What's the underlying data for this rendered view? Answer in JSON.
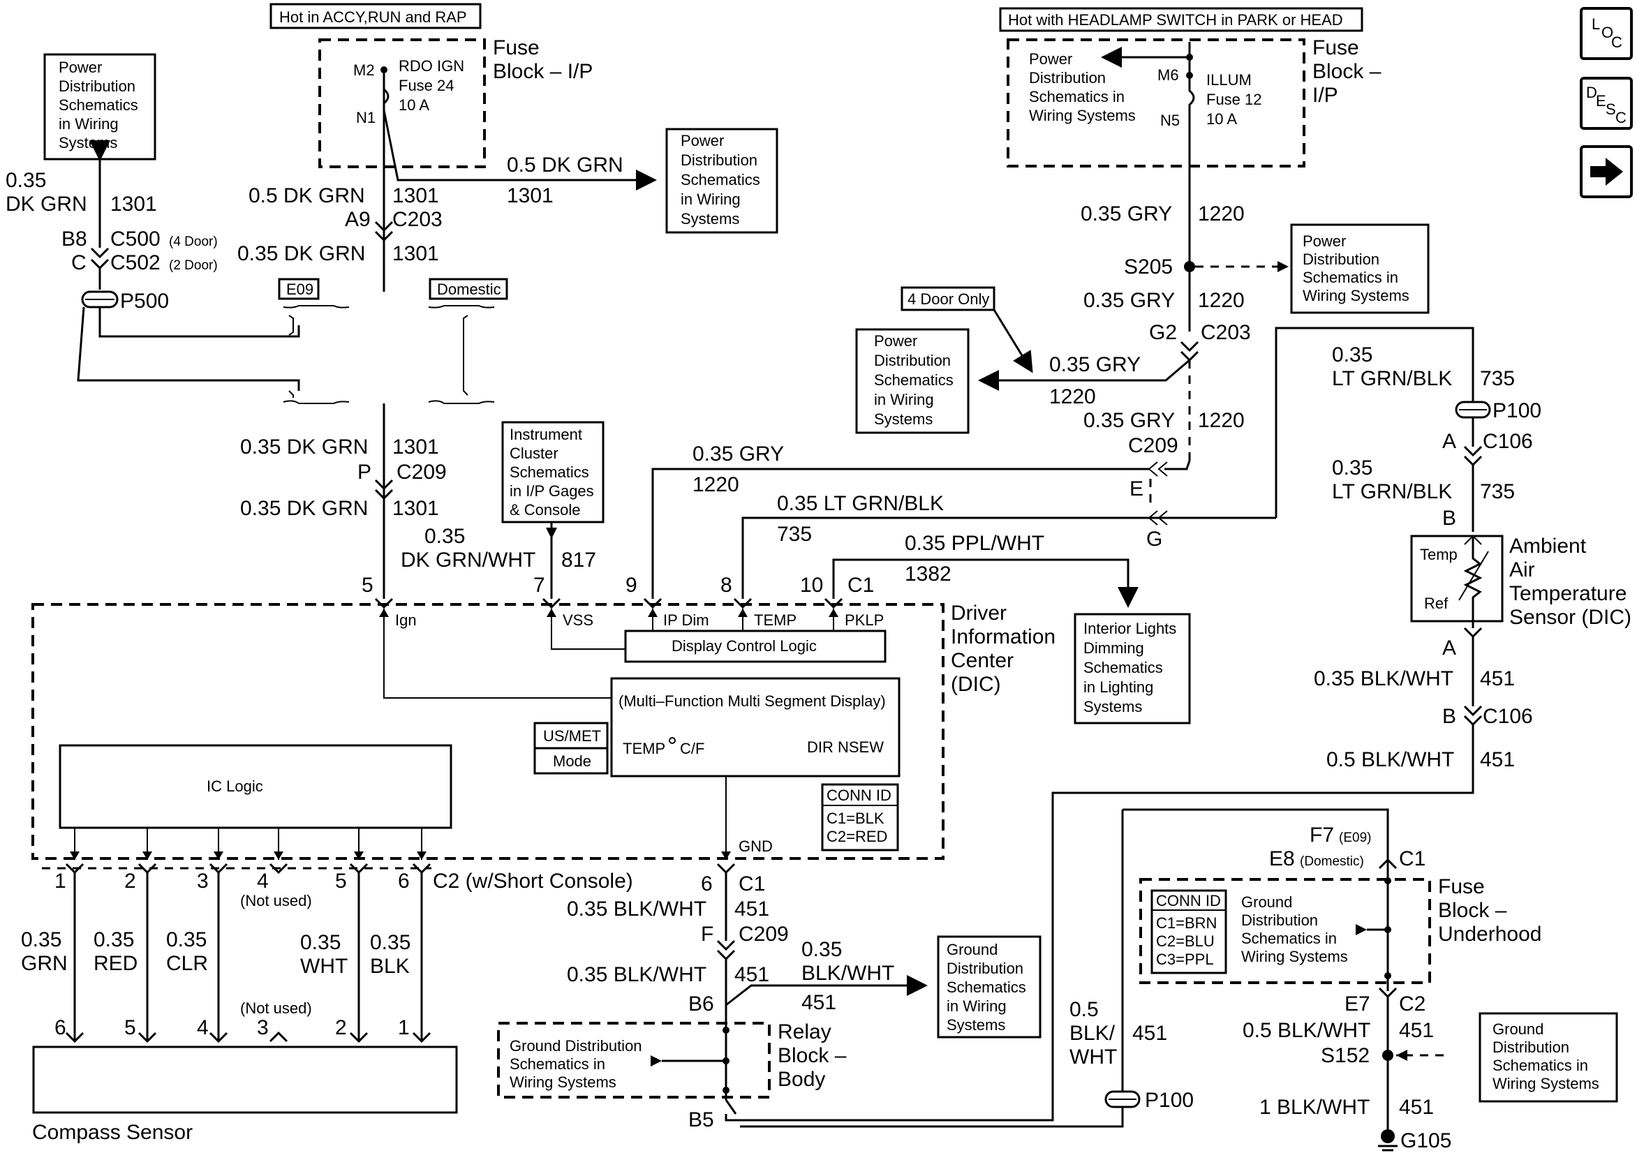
{
  "header": {
    "hot_accy": "Hot in ACCY,RUN and RAP",
    "hot_headlamp": "Hot with HEADLAMP SWITCH in PARK or HEAD"
  },
  "nav": {
    "loc": "LOC",
    "desc": "DESC",
    "next_icon": "right-arrow-icon"
  },
  "ref_boxes": {
    "power_a": [
      "Power",
      "Distribution",
      "Schematics",
      "in Wiring",
      "Systems"
    ],
    "power_b": [
      "Power",
      "Distribution",
      "Schematics",
      "in Wiring",
      "Systems"
    ],
    "power_c": [
      "Power",
      "Distribution",
      "Schematics in",
      "Wiring Systems"
    ],
    "power_d": [
      "Power",
      "Distribution",
      "Schematics in",
      "Wiring Systems"
    ],
    "power_e": [
      "Power",
      "Distribution",
      "Schematics",
      "in Wiring",
      "Systems"
    ],
    "instrument": [
      "Instrument",
      "Cluster",
      "Schematics",
      "in I/P Gages",
      "& Console"
    ],
    "interior": [
      "Interior Lights",
      "Dimming",
      "Schematics",
      "in Lighting",
      "Systems"
    ],
    "ground_a": [
      "Ground",
      "Distribution",
      "Schematics",
      "in Wiring",
      "Systems"
    ],
    "ground_b": [
      "Ground",
      "Distribution",
      "Schematics in",
      "Wiring Systems"
    ],
    "ground_c": [
      "Ground",
      "Distribution",
      "Schematics in",
      "Wiring Systems"
    ],
    "ground_relay": [
      "Ground Distribution",
      "Schematics in",
      "Wiring Systems"
    ]
  },
  "fuse_ip_left": {
    "label": [
      "Fuse",
      "Block – I/P"
    ],
    "pin_in": "M2",
    "pin_out": "N1",
    "fuse": [
      "RDO IGN",
      "Fuse 24",
      "10 A"
    ]
  },
  "fuse_ip_right": {
    "label": [
      "Fuse",
      "Block –",
      "I/P"
    ],
    "pin_in": "M6",
    "pin_out": "N5",
    "fuse": [
      "ILLUM",
      "Fuse 12",
      "10 A"
    ]
  },
  "fuse_underhood": {
    "label": [
      "Fuse",
      "Block –",
      "Underhood"
    ],
    "conn_id": [
      "CONN ID",
      "C1=BRN",
      "C2=BLU",
      "C3=PPL"
    ]
  },
  "relay_block": {
    "label": [
      "Relay",
      "Block –",
      "Body"
    ]
  },
  "option_tags": {
    "e09": "E09",
    "domestic": "Domestic",
    "four_door": "4 Door Only"
  },
  "wires": {
    "dkgrn_top_gauge": "0.35",
    "dkgrn_top_color": "DK GRN",
    "dkgrn_top_circuit": "1301",
    "b8": "B8",
    "c": "C",
    "c500": "C500",
    "c500_note": "(4 Door)",
    "c502": "C502",
    "c502_note": "(2 Door)",
    "p500": "P500",
    "w05_dkgrn": "0.5 DK GRN",
    "w1301": "1301",
    "w05_dkgrn_right": "0.5 DK GRN",
    "w1301_right": "1301",
    "a9": "A9",
    "c203": "C203",
    "w035_dkgrn": "0.35 DK GRN",
    "p": "P",
    "c209": "C209",
    "gry_1": "0.35 GRY",
    "c1220": "1220",
    "s205": "S205",
    "g2": "G2",
    "gry_branch": "0.35 GRY",
    "gry_branch_circ": "1220",
    "c209_r": "C209",
    "e": "E",
    "g": "G",
    "gry_dic": "0.35 GRY",
    "gry_dic_circ": "1220",
    "ltgrn": "0.35 LT GRN/BLK",
    "ltgrn_circ": "735",
    "ltgrn_gauge": "0.35",
    "ltgrn_color": "LT GRN/BLK",
    "p100": "P100",
    "a": "A",
    "c106": "C106",
    "b": "B",
    "dkgrnwht_gauge": "0.35",
    "dkgrnwht_color": "DK GRN/WHT",
    "c817": "817",
    "pplwht": "0.35 PPL/WHT",
    "c1382": "1382",
    "blkwht_035": "0.35 BLK/WHT",
    "c451": "451",
    "blkwht_05": "0.5 BLK/WHT",
    "c1": "C1",
    "f": "F",
    "b6": "B6",
    "b5": "B5",
    "blkwht_gnd_gauge": "0.35",
    "blkwht_gnd_color": "BLK/WHT",
    "blkwht_p100_gauge": "0.5",
    "blkwht_p100_color1": "BLK/",
    "blkwht_p100_color2": "WHT",
    "f7": "F7",
    "f7_note": "(E09)",
    "e8": "E8",
    "e8_note": "(Domestic)",
    "e7": "E7",
    "c2": "C2",
    "s152": "S152",
    "blkwht_1": "1 BLK/WHT",
    "g105": "G105"
  },
  "dic": {
    "title": [
      "Driver",
      "Information",
      "Center",
      "(DIC)"
    ],
    "pins": [
      "5",
      "7",
      "9",
      "8",
      "10"
    ],
    "conn": "C1",
    "inputs": [
      "Ign",
      "VSS",
      "IP Dim",
      "TEMP",
      "PKLP"
    ],
    "display_logic": "Display Control Logic",
    "display": "(Multi–Function Multi Segment Display)",
    "temp_label": "TEMP",
    "temp_unit": "C/F",
    "dir": "DIR NSEW",
    "us_met": "US/MET",
    "mode": "Mode",
    "ic_logic": "IC Logic",
    "conn_id": [
      "CONN ID",
      "C1=BLK",
      "C2=RED"
    ],
    "gnd": "GND"
  },
  "compass": {
    "label": "Compass Sensor",
    "c2_note": "C2 (w/Short Console)",
    "not_used": "(Not used)",
    "top_pins": [
      "1",
      "2",
      "3",
      "4",
      "5",
      "6"
    ],
    "bottom_pins": [
      "6",
      "5",
      "4",
      "3",
      "2",
      "1"
    ],
    "wires": [
      {
        "gauge": "0.35",
        "color": "GRN"
      },
      {
        "gauge": "0.35",
        "color": "RED"
      },
      {
        "gauge": "0.35",
        "color": "CLR"
      },
      {
        "gauge": "0.35",
        "color": "WHT"
      },
      {
        "gauge": "0.35",
        "color": "BLK"
      }
    ]
  },
  "ambient": {
    "title": [
      "Ambient",
      "Air",
      "Temperature",
      "Sensor (DIC)"
    ],
    "temp": "Temp",
    "ref": "Ref"
  }
}
